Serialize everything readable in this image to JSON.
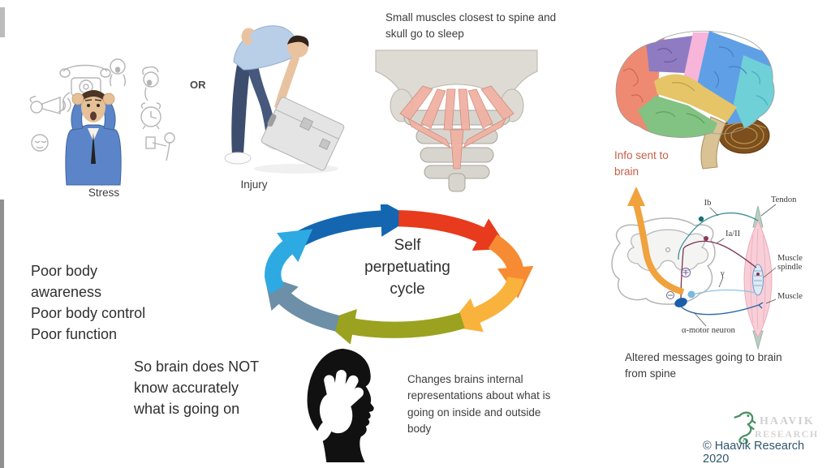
{
  "slide": {
    "stress_figure": {
      "caption": "Stress"
    },
    "or_label": "OR",
    "injury_figure": {
      "caption": "Injury"
    },
    "spine_panel": {
      "caption": "Small muscles closest to spine and\nskull go to sleep"
    },
    "brain_panel": {
      "caption": "Info sent to\nbrain",
      "caption_color": "#c55f4a"
    },
    "cycle": {
      "label": "Self\nperpetuating\ncycle",
      "arrow_colors": [
        "#1566b1",
        "#e83a1c",
        "#f68b33",
        "#f9b23c",
        "#9aa21f",
        "#6d8fa8",
        "#2daae1"
      ]
    },
    "poor_text": "Poor body\nawareness\nPoor body control\nPoor function",
    "brain_not_know_text": "So brain does NOT\nknow accurately\nwhat is going on",
    "changes_text": "Changes brains internal\nrepresentations about what is\ngoing on inside and outside\nbody",
    "reflex_panel": {
      "caption": "Altered messages going to brain\nfrom spine",
      "labels": {
        "ib": "Ib",
        "tendon": "Tendon",
        "ia_ii": "Ia/II",
        "muscle_spindle_1": "Muscle",
        "muscle_spindle_2": "spindle",
        "gamma": "γ",
        "muscle": "Muscle",
        "alpha_motor": "α-motor neuron"
      },
      "arrow_color": "#f0a23c"
    },
    "footer": {
      "logo_text_top": "HAAVIK",
      "logo_text_bottom": "RESEARCH",
      "logo_green": "#4c9166",
      "copyright": "© Haavik Research 2020"
    }
  }
}
